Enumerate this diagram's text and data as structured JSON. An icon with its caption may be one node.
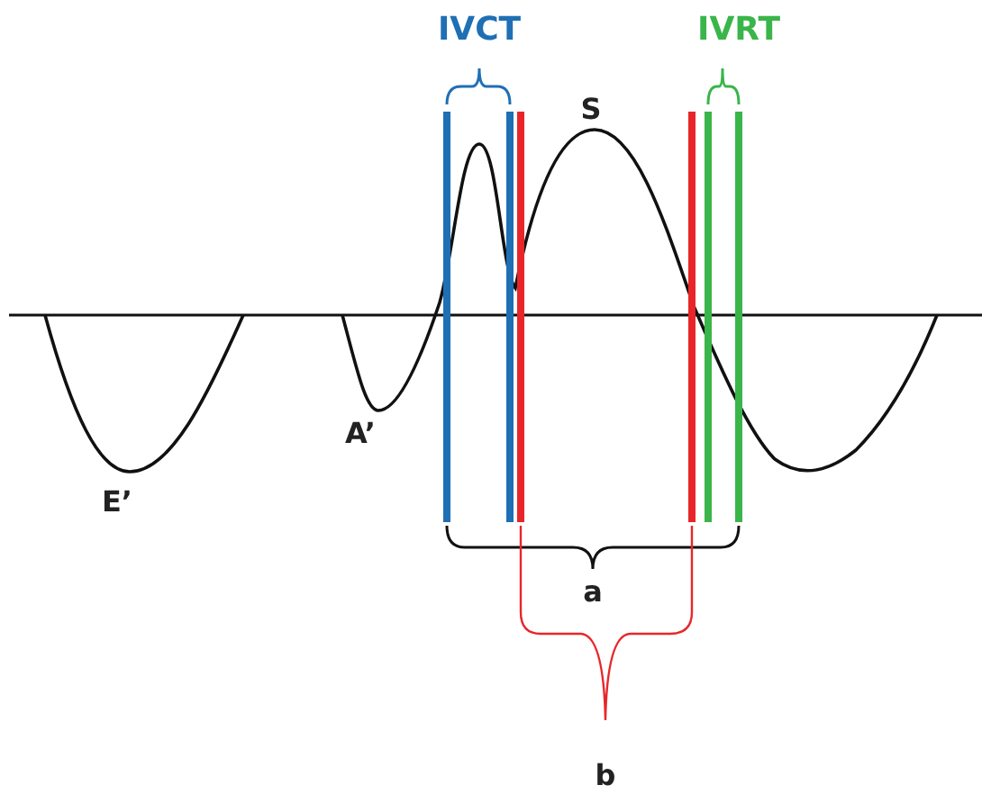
{
  "diagram": {
    "labels": [
      "IVCT",
      "IVRT",
      "S",
      "E’",
      "A’",
      "a",
      "b"
    ]
  }
}
